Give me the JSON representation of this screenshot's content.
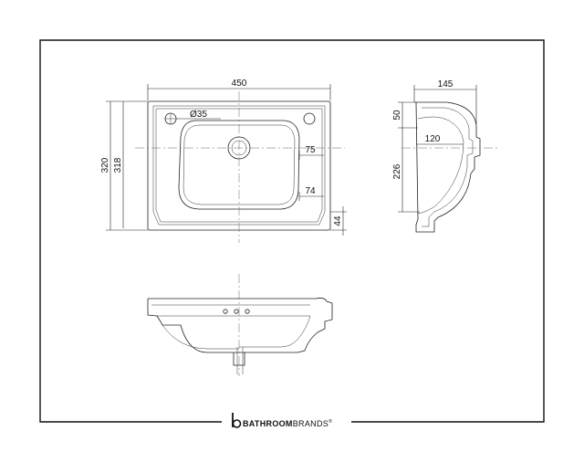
{
  "dimensions": {
    "width_total": "450",
    "height_outer": "320",
    "height_inner": "318",
    "tap_hole": "Ø35",
    "waste_offset_75": "75",
    "waste_offset_74": "74",
    "rim_44": "44",
    "side_depth": "145",
    "side_top": "50",
    "side_mid": "120",
    "side_height": "226"
  },
  "brand": {
    "name_bold": "BATHROOM",
    "name_light": "BRANDS",
    "mark": "®",
    "logo_icon": "b-logo-icon"
  },
  "colors": {
    "line": "#222222",
    "background": "#ffffff"
  }
}
